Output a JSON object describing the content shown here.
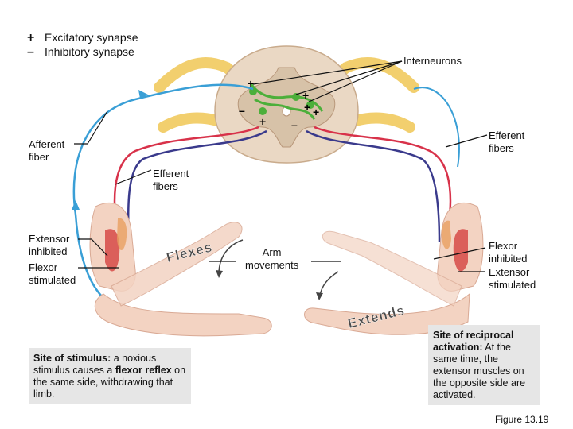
{
  "legend": {
    "excitatory_symbol": "+",
    "excitatory_label": "Excitatory synapse",
    "inhibitory_symbol": "–",
    "inhibitory_label": "Inhibitory synapse"
  },
  "labels": {
    "interneurons": "Interneurons",
    "efferent_fibers_right_1": "Efferent",
    "efferent_fibers_right_2": "fibers",
    "afferent_fiber_1": "Afferent",
    "afferent_fiber_2": "fiber",
    "efferent_fibers_center_1": "Efferent",
    "efferent_fibers_center_2": "fibers",
    "extensor_inhibited_1": "Extensor",
    "extensor_inhibited_2": "inhibited",
    "flexor_stimulated_1": "Flexor",
    "flexor_stimulated_2": "stimulated",
    "arm_movements_1": "Arm",
    "arm_movements_2": "movements",
    "flexor_inhibited_1": "Flexor",
    "flexor_inhibited_2": "inhibited",
    "extensor_stimulated_1": "Extensor",
    "extensor_stimulated_2": "stimulated",
    "flexes": "Flexes",
    "extends": "Extends"
  },
  "callouts": {
    "stimulus_title": "Site of stimulus:",
    "stimulus_text_1": " a noxious stimulus causes a ",
    "stimulus_bold": "flexor reflex",
    "stimulus_text_2": " on the same side, withdrawing that limb.",
    "reciprocal_title": "Site of reciprocal activation:",
    "reciprocal_text": " At the same time, the extensor muscles on the opposite side are activated."
  },
  "figure_label": "Figure 13.19",
  "synapse_marks": [
    "+",
    "+",
    "+",
    "+",
    "+",
    "–",
    "–"
  ],
  "colors": {
    "afferent": "#3a9fd6",
    "efferent_red": "#d8324a",
    "efferent_blue": "#3a3a8c",
    "interneuron": "#4caf3a",
    "nerve": "#f2cf6e",
    "grey_matter": "#d7c2a8",
    "white_matter": "#ead8c4",
    "skin": "#f3d3c2",
    "muscle": "#d64a48"
  }
}
